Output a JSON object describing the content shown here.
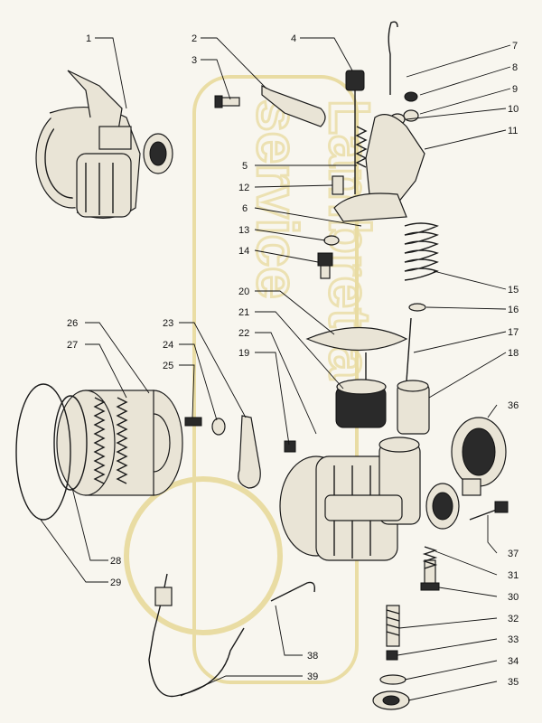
{
  "watermark": {
    "line1": "Lambretta",
    "line2": "service",
    "color": "#e7d896"
  },
  "callouts": [
    {
      "id": "1",
      "label": "1"
    },
    {
      "id": "2",
      "label": "2"
    },
    {
      "id": "3",
      "label": "3"
    },
    {
      "id": "4",
      "label": "4"
    },
    {
      "id": "5",
      "label": "5"
    },
    {
      "id": "6",
      "label": "6"
    },
    {
      "id": "7",
      "label": "7"
    },
    {
      "id": "8",
      "label": "8"
    },
    {
      "id": "9",
      "label": "9"
    },
    {
      "id": "10",
      "label": "10"
    },
    {
      "id": "11",
      "label": "11"
    },
    {
      "id": "12",
      "label": "12"
    },
    {
      "id": "13",
      "label": "13"
    },
    {
      "id": "14",
      "label": "14"
    },
    {
      "id": "15",
      "label": "15"
    },
    {
      "id": "16",
      "label": "16"
    },
    {
      "id": "17",
      "label": "17"
    },
    {
      "id": "18",
      "label": "18"
    },
    {
      "id": "19",
      "label": "19"
    },
    {
      "id": "20",
      "label": "20"
    },
    {
      "id": "21",
      "label": "21"
    },
    {
      "id": "22",
      "label": "22"
    },
    {
      "id": "23",
      "label": "23"
    },
    {
      "id": "24",
      "label": "24"
    },
    {
      "id": "25",
      "label": "25"
    },
    {
      "id": "26",
      "label": "26"
    },
    {
      "id": "27",
      "label": "27"
    },
    {
      "id": "28",
      "label": "28"
    },
    {
      "id": "29",
      "label": "29"
    },
    {
      "id": "30",
      "label": "30"
    },
    {
      "id": "31",
      "label": "31"
    },
    {
      "id": "32",
      "label": "32"
    },
    {
      "id": "33",
      "label": "33"
    },
    {
      "id": "34",
      "label": "34"
    },
    {
      "id": "35",
      "label": "35"
    },
    {
      "id": "36",
      "label": "36"
    },
    {
      "id": "37",
      "label": "37"
    },
    {
      "id": "38",
      "label": "38"
    },
    {
      "id": "39",
      "label": "39"
    }
  ]
}
